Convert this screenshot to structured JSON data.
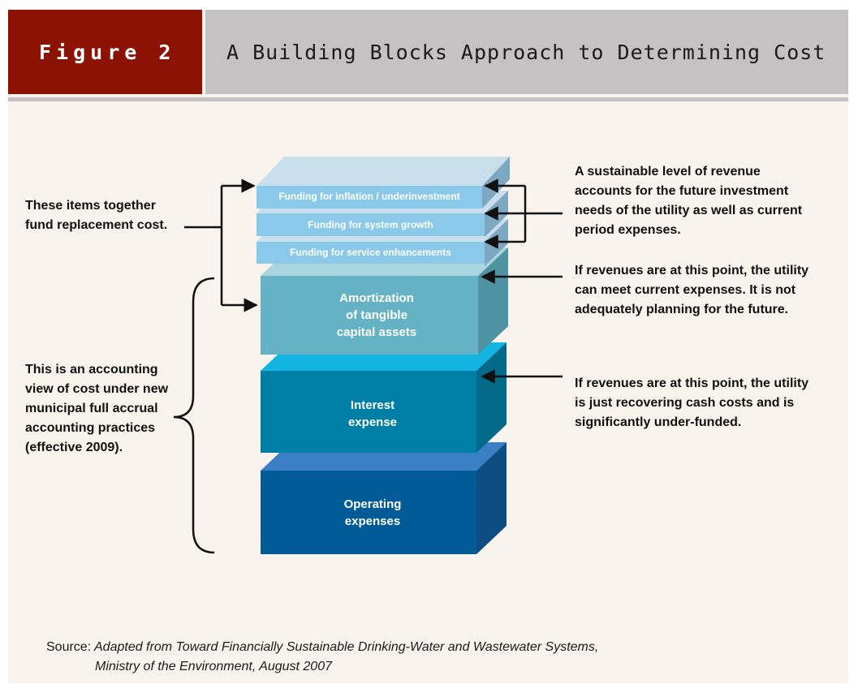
{
  "header": {
    "figure_label": "Figure 2",
    "title": "A Building Blocks Approach to Determining Cost"
  },
  "blocks": [
    {
      "id": "inflation",
      "label": "Funding for inflation / underinvestment"
    },
    {
      "id": "growth",
      "label": "Funding for system growth"
    },
    {
      "id": "enhancements",
      "label": "Funding for service enhancements"
    },
    {
      "id": "amortization",
      "label": "Amortization\nof tangible\ncapital assets"
    },
    {
      "id": "interest",
      "label": "Interest\nexpense"
    },
    {
      "id": "operating",
      "label": "Operating\nexpenses"
    }
  ],
  "left_notes": {
    "replacement": "These items together\nfund replacement cost.",
    "accounting": "This is an accounting\nview of cost under new\nmunicipal full accrual\naccounting practices\n(effective 2009)."
  },
  "right_notes": {
    "sustainable": "A sustainable level of revenue\naccounts for the future investment\nneeds of the utility as well as current\nperiod expenses.",
    "current": "If revenues are at this point, the utility\ncan meet current expenses.  It is not\nadequately planning for the future.",
    "cash": "If revenues are at this point, the utility\nis just recovering cash costs and is\nsignificantly under-funded."
  },
  "source": {
    "prefix": "Source:",
    "line1": "Adapted from Toward Financially Sustainable Drinking-Water and Wastewater Systems,",
    "line2": "Ministry of the Environment, August 2007"
  },
  "colors": {
    "header_red": "#8b1205",
    "header_gray": "#c4c2c2",
    "light_blue_front": "#8bc9ea",
    "amortization_front": "#64b2c4",
    "interest_front": "#007fa6",
    "operating_front": "#005b96"
  }
}
